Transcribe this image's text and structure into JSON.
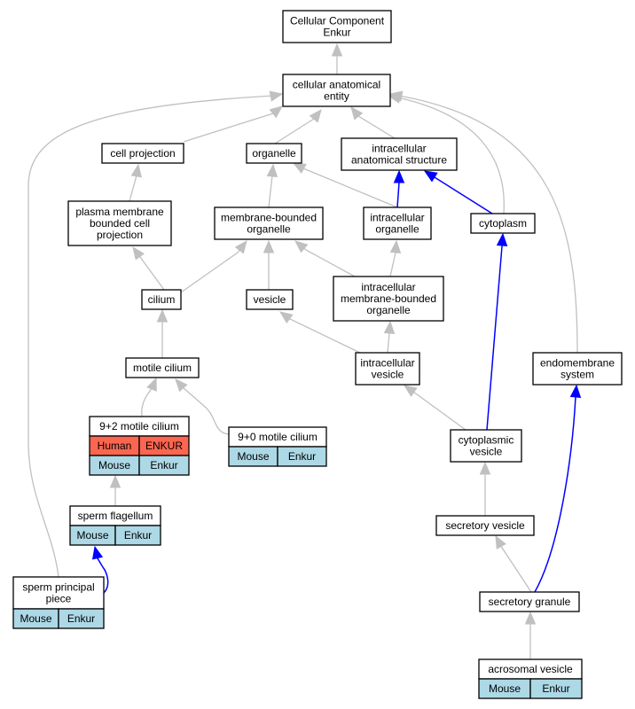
{
  "nodes": {
    "root": [
      "Cellular Component",
      "Enkur"
    ],
    "cae": [
      "cellular anatomical",
      "entity"
    ],
    "cell_projection": [
      "cell projection"
    ],
    "organelle": [
      "organelle"
    ],
    "ias": [
      "intracellular",
      "anatomical structure"
    ],
    "pmbcp": [
      "plasma membrane",
      "bounded cell",
      "projection"
    ],
    "mbo": [
      "membrane-bounded",
      "organelle"
    ],
    "io": [
      "intracellular",
      "organelle"
    ],
    "cytoplasm": [
      "cytoplasm"
    ],
    "cilium": [
      "cilium"
    ],
    "vesicle": [
      "vesicle"
    ],
    "imbo": [
      "intracellular",
      "membrane-bounded",
      "organelle"
    ],
    "motile_cilium": [
      "motile cilium"
    ],
    "iv": [
      "intracellular",
      "vesicle"
    ],
    "endomembrane": [
      "endomembrane",
      "system"
    ],
    "m92": [
      "9+2 motile cilium"
    ],
    "m90": [
      "9+0 motile cilium"
    ],
    "cv": [
      "cytoplasmic",
      "vesicle"
    ],
    "sperm_flagellum": [
      "sperm flagellum"
    ],
    "sv": [
      "secretory vesicle"
    ],
    "spp": [
      "sperm principal",
      "piece"
    ],
    "sg": [
      "secretory granule"
    ],
    "av": [
      "acrosomal vesicle"
    ]
  },
  "annotations": {
    "m92": [
      [
        "Human",
        "ENKUR"
      ],
      [
        "Mouse",
        "Enkur"
      ]
    ],
    "m90": [
      [
        "Mouse",
        "Enkur"
      ]
    ],
    "sperm_flagellum": [
      [
        "Mouse",
        "Enkur"
      ]
    ],
    "spp": [
      [
        "Mouse",
        "Enkur"
      ]
    ],
    "av": [
      [
        "Mouse",
        "Enkur"
      ]
    ]
  },
  "legend_colors": {
    "human": "#fa6650",
    "mouse": "#add8e6",
    "edge_is_a": "#c0c0c0",
    "edge_part_of": "#0000ff"
  }
}
